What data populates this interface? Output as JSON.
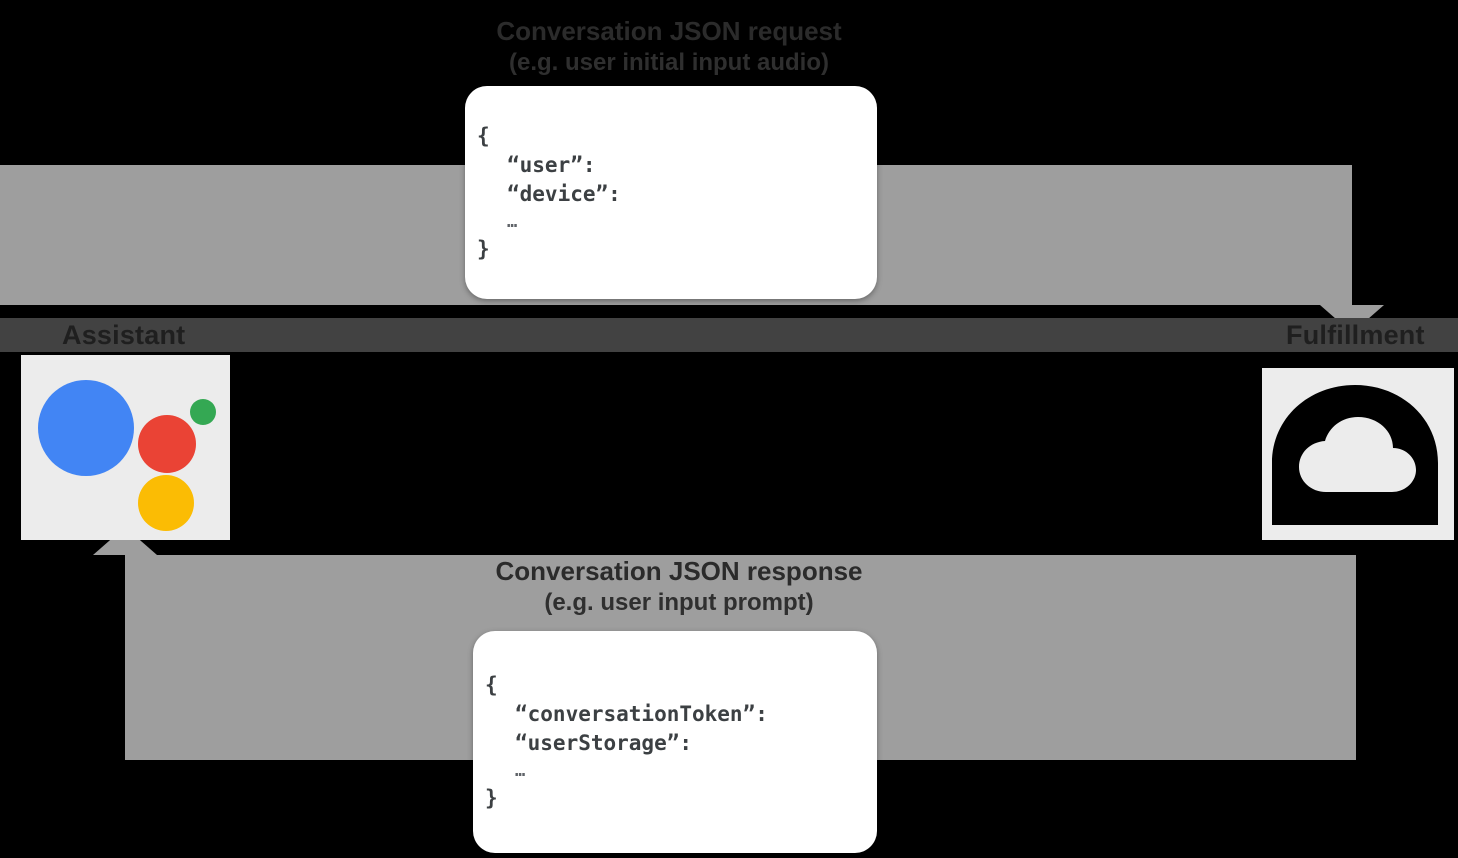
{
  "diagram": {
    "title": "Google Assistant conversation request/response flow",
    "background_color": "#000000",
    "flow_band_color": "#9e9e9e",
    "rail_color": "#424242",
    "tile_color": "#ececec"
  },
  "nodes": {
    "left": {
      "label": "Assistant",
      "icon": "google-assistant-icon",
      "icon_colors": {
        "blue": "#4285f4",
        "red": "#ea4335",
        "green": "#34a853",
        "yellow": "#fbbc04"
      }
    },
    "right": {
      "label": "Fulfillment",
      "icon": "cloud-functions-icon",
      "icon_color": "#000000"
    }
  },
  "flows": {
    "request": {
      "caption_line1": "Conversation JSON request",
      "caption_line2": "(e.g. user initial input audio)",
      "direction": "assistant-to-fulfillment",
      "json": {
        "open_brace": "{",
        "lines": [
          "“user”:",
          "“device”:"
        ],
        "ellipsis": "…",
        "close_brace": "}"
      }
    },
    "response": {
      "caption_line1": "Conversation JSON response",
      "caption_line2": "(e.g. user input prompt)",
      "direction": "fulfillment-to-assistant",
      "json": {
        "open_brace": "{",
        "lines": [
          "“conversationToken”:",
          "“userStorage”:"
        ],
        "ellipsis": "…",
        "close_brace": "}"
      }
    }
  }
}
